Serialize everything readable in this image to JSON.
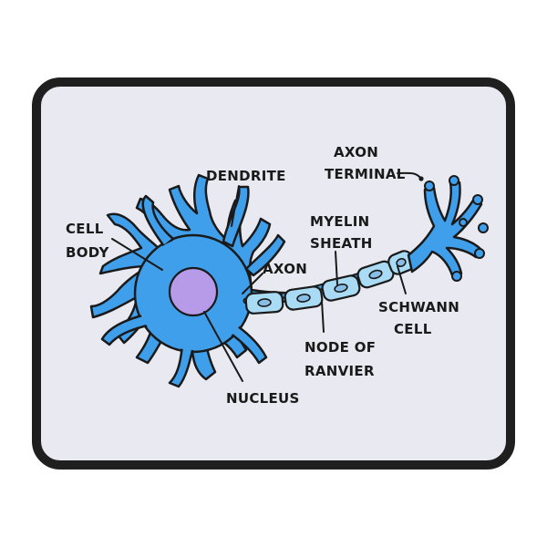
{
  "colors": {
    "mat_background": "#e9e9f2",
    "mat_border": "#1f1f1f",
    "neuron_blue": "#3f9fea",
    "myelin_light_blue": "#a9dcf4",
    "schwann_nucleus": "#87bde6",
    "nucleus_purple": "#b79ae8"
  },
  "labels": {
    "dendrite": "DENDRITE",
    "cell_body_line1": "CELL",
    "cell_body_line2": "BODY",
    "axon": "AXON",
    "nucleus": "NUCLEUS",
    "myelin_sheath_line1": "MYELIN",
    "myelin_sheath_line2": "SHEATH",
    "axon_terminal_line1": "AXON",
    "axon_terminal_line2": "TERMINAL",
    "node_of_ranvier_line1": "NODE OF",
    "node_of_ranvier_line2": "RANVIER",
    "schwann_cell_line1": "SCHWANN",
    "schwann_cell_line2": "CELL"
  }
}
